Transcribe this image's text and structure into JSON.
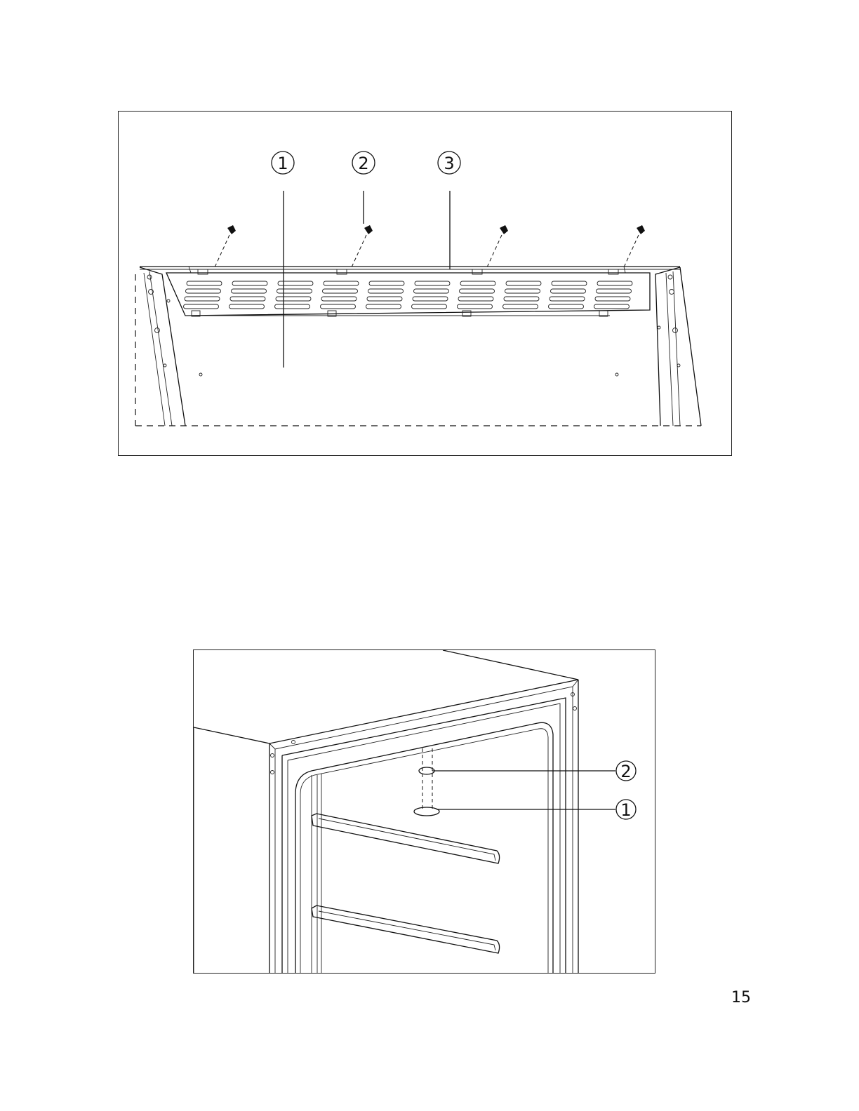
{
  "figures": [
    {
      "callouts": [
        {
          "label": "1"
        },
        {
          "label": "2"
        },
        {
          "label": "3"
        }
      ]
    },
    {
      "callouts": [
        {
          "label": "2"
        },
        {
          "label": "1"
        }
      ]
    }
  ],
  "page_number": "15"
}
